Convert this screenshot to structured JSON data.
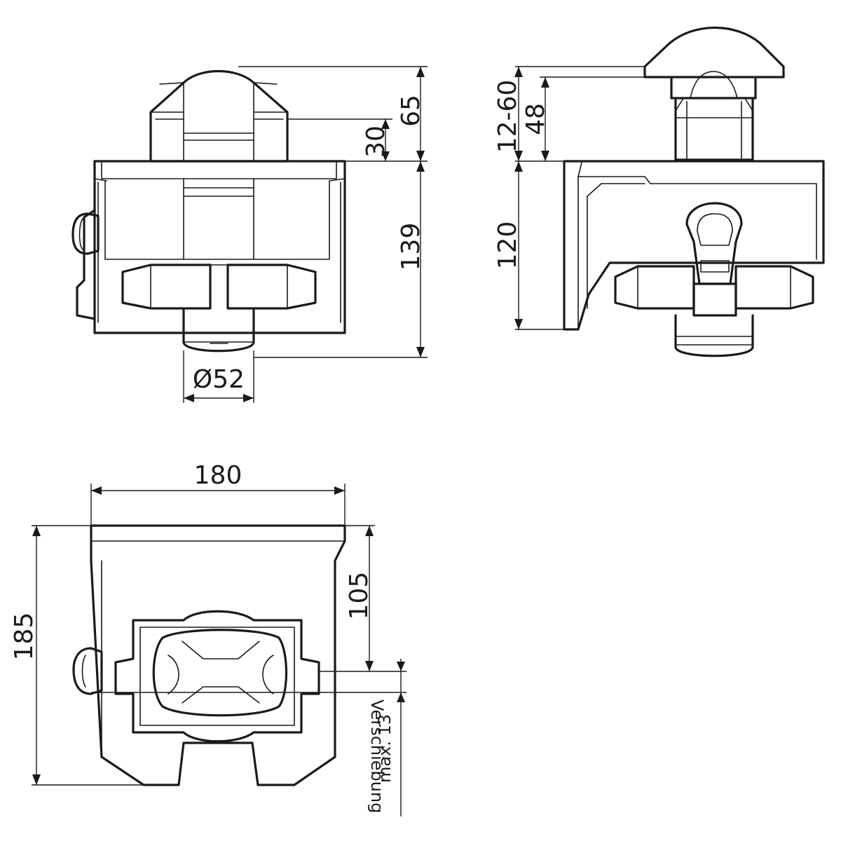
{
  "dimensions": {
    "front_top_height": "65",
    "front_mid_height": "30",
    "front_body_height": "139",
    "front_bore_diameter": "Ø52",
    "side_adjust_range": "12-60",
    "side_cone_height": "48",
    "side_body_height": "120",
    "top_width": "180",
    "top_depth": "185",
    "top_offset": "105"
  },
  "notes": {
    "shift_label": "Verschiebung",
    "shift_max": "max. 13"
  }
}
